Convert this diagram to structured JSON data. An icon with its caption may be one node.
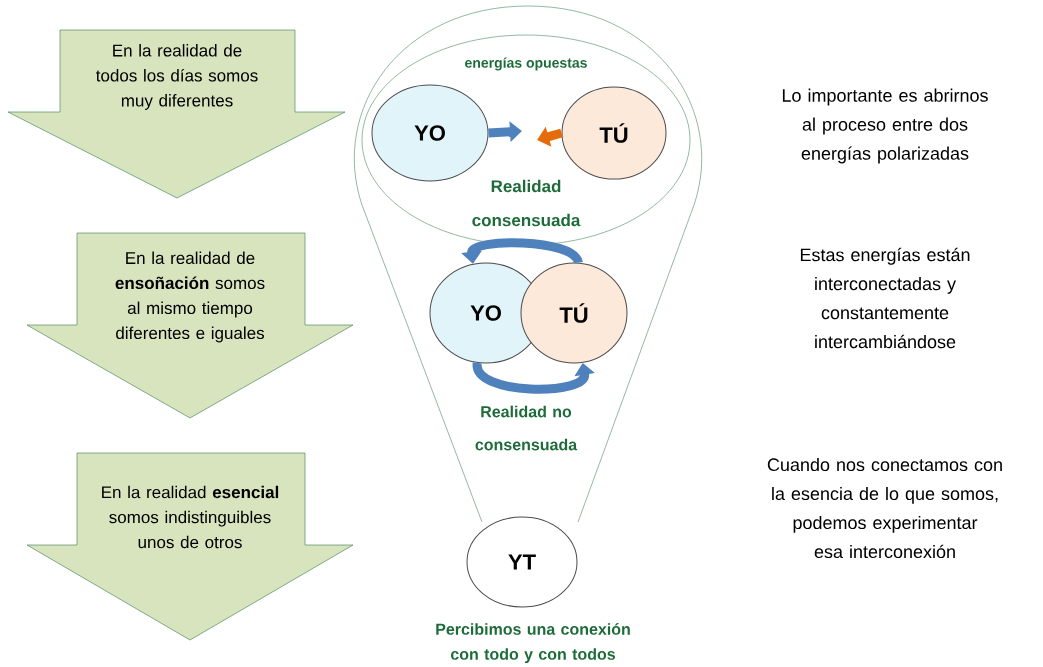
{
  "diagram": {
    "nodes": [
      {
        "text": [
          "En la realidad de todos los días somos muy diferentes"
        ]
      },
      {
        "text": [
          "En la realidad de **ensoñación** somos al mismo tiempo diferentes e iguales"
        ]
      },
      {
        "text": [
          "En la realidad **esencial** somos indistinguibles unos de otros"
        ]
      },
      {
        "text": [
          "energías opuestas",
          "Realidad consensuada"
        ]
      },
      {
        "text": [
          "YO"
        ],
        "in": 3
      },
      {
        "text": [
          "TÚ"
        ],
        "in": 3
      },
      {
        "text": [
          "YO"
        ]
      },
      {
        "text": [
          "TÚ"
        ]
      },
      {
        "text": [
          "YT"
        ]
      }
    ],
    "edges": [
      {
        "from": 4,
        "to": null,
        "arrow": "to",
        "color": "#4f81bd"
      },
      {
        "from": 5,
        "to": null,
        "arrow": "to",
        "color": "#e46c0a"
      },
      {
        "from": 7,
        "to": 6,
        "arrow": "to",
        "color": "#4f81bd"
      },
      {
        "from": 6,
        "to": 7,
        "arrow": "to",
        "color": "#4f81bd"
      }
    ],
    "labels": [
      "Lo importante es abrirnos al proceso entre dos energías polarizadas",
      "Estas energías están interconectadas y constantemente intercambiándose",
      "Realidad no consensuada",
      "Cuando nos conectamos con la esencia de lo que somos, podemos experimentar esa interconexión",
      "Percibimos una conexión con todo y con todos"
    ]
  }
}
